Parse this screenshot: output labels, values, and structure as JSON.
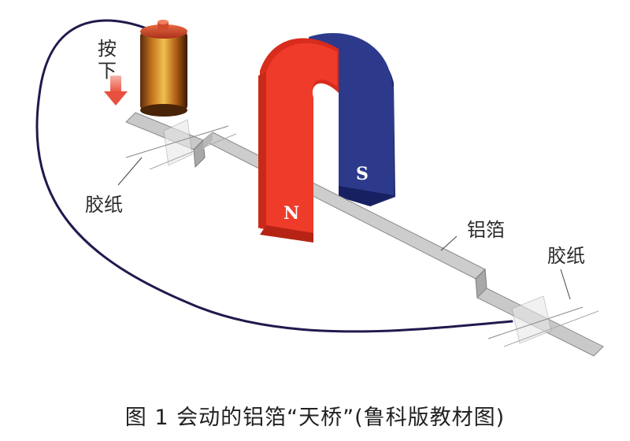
{
  "labels": {
    "press": "按下",
    "tape_left": "胶纸",
    "tape_right": "胶纸",
    "foil": "铝箔",
    "pole_n": "N",
    "pole_s": "S"
  },
  "caption": "图 1  会动的铝箔“天桥”(鲁科版教材图)",
  "colors": {
    "magnet_n": "#ef3b2a",
    "magnet_s": "#2d3a8c",
    "foil": "#bdbdbd",
    "wire": "#1f1a4d",
    "arrow": "#e8503f"
  }
}
